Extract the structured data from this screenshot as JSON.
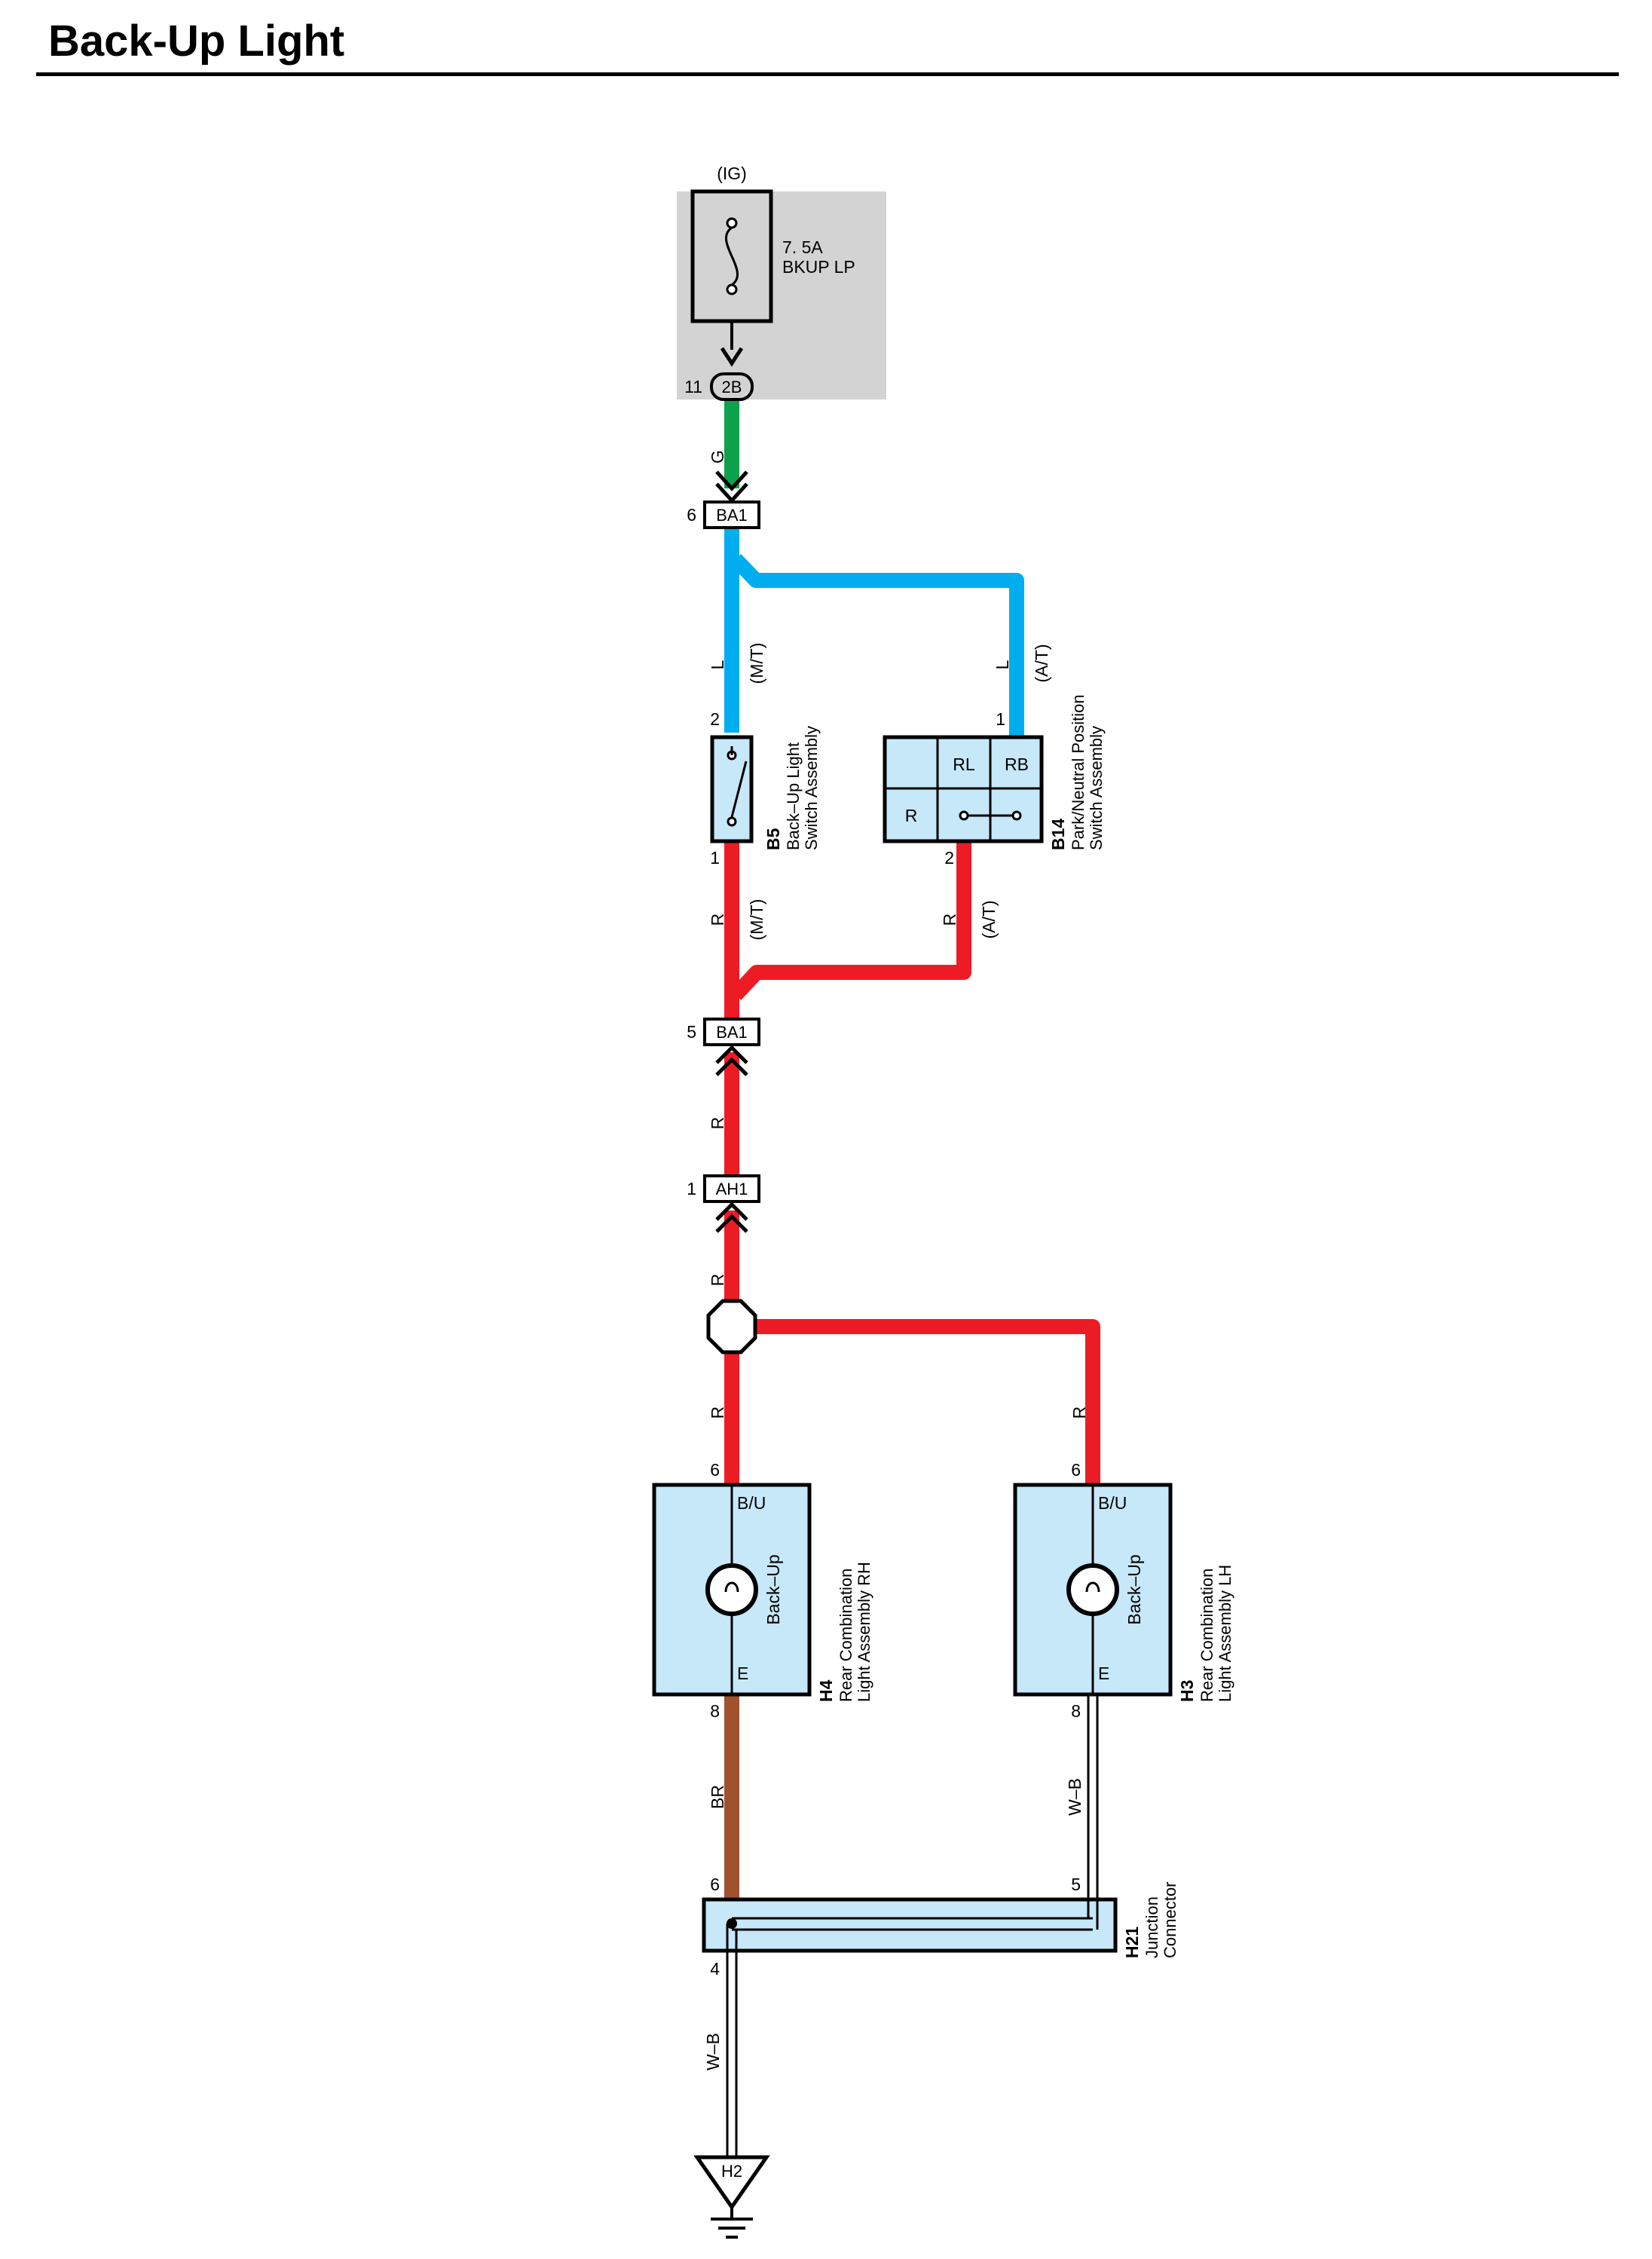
{
  "title": "Back-Up Light",
  "colors": {
    "wire_green": "#0DA24B",
    "wire_blue": "#00AEEF",
    "wire_red": "#ED1C24",
    "wire_brown": "#A0522D",
    "component_fill": "#C6E8F8",
    "fuse_box_fill": "#D3D3D3"
  },
  "power": {
    "source": "(IG)",
    "fuse_rating": "7. 5A",
    "fuse_name": "BKUP LP",
    "connector": "2B",
    "pin": "11"
  },
  "connectors": {
    "ba1_top": {
      "name": "BA1",
      "pin": "6"
    },
    "ba1_bottom": {
      "name": "BA1",
      "pin": "5"
    },
    "ah1": {
      "name": "AH1",
      "pin": "1"
    }
  },
  "wires": {
    "g": "G",
    "l": "L",
    "r": "R",
    "br": "BR",
    "wb": "W–B",
    "mt": "(M/T)",
    "at": "(A/T)"
  },
  "b5": {
    "code": "B5",
    "name_line1": "Back–Up Light",
    "name_line2": "Switch Assembly",
    "pin_top": "2",
    "pin_bottom": "1"
  },
  "b14": {
    "code": "B14",
    "name_line1": "Park/Neutral Position",
    "name_line2": "Switch Assembly",
    "pin_top": "1",
    "pin_bottom": "2",
    "cell_rl": "RL",
    "cell_rb": "RB",
    "cell_r": "R"
  },
  "h4": {
    "code": "H4",
    "name_line1": "Rear Combination",
    "name_line2": "Light Assembly RH",
    "pin_top": "6",
    "pin_bottom": "8",
    "term_top": "B/U",
    "term_bottom": "E",
    "lamp": "Back–Up"
  },
  "h3": {
    "code": "H3",
    "name_line1": "Rear Combination",
    "name_line2": "Light Assembly LH",
    "pin_top": "6",
    "pin_bottom": "8",
    "term_top": "B/U",
    "term_bottom": "E",
    "lamp": "Back–Up"
  },
  "h21": {
    "code": "H21",
    "name_line1": "Junction",
    "name_line2": "Connector",
    "pin_left_top": "6",
    "pin_right_top": "5",
    "pin_bottom": "4"
  },
  "ground": {
    "name": "H2"
  }
}
